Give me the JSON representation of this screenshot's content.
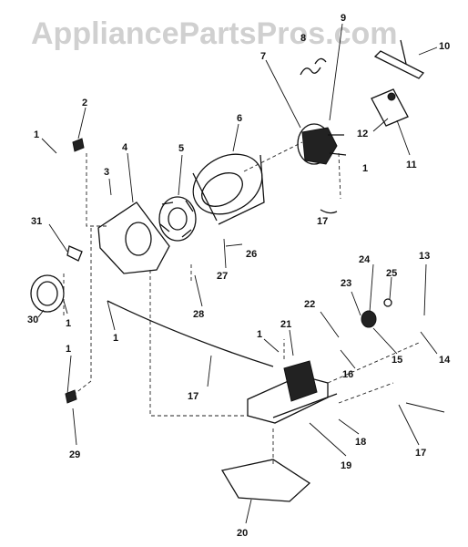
{
  "watermark": "AppliancePartsPros.com",
  "callouts": [
    "1",
    "2",
    "3",
    "4",
    "5",
    "6",
    "7",
    "8",
    "9",
    "10",
    "11",
    "12",
    "13",
    "14",
    "15",
    "16",
    "17",
    "18",
    "19",
    "20",
    "21",
    "22",
    "23",
    "24",
    "25",
    "26",
    "27",
    "28",
    "29",
    "30",
    "31",
    "1",
    "1",
    "1",
    "1",
    "1",
    "17",
    "17"
  ]
}
